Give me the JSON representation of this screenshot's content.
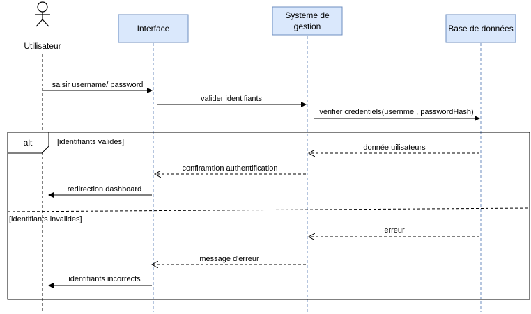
{
  "actor": {
    "label": "Utilisateur"
  },
  "participants": {
    "interface": "Interface",
    "systeme_line1": "Systeme de",
    "systeme_line2": "gestion",
    "base": "Base de données"
  },
  "messages": {
    "m1": "saisir username/ password",
    "m2": "valider identifiants",
    "m3": "vérifier credentiels(usernme , passwordHash)",
    "m4": "donnée uilisateurs",
    "m5": "confiramtion authentification",
    "m6": "redirection dashboard",
    "m7": "erreur",
    "m8": "message d'erreur",
    "m9": "identifiants incorrects"
  },
  "fragment": {
    "operator": "alt",
    "guard1": "[identifiants valides]",
    "guard2": "[identifiants invalides]"
  },
  "colors": {
    "participant_fill": "#dae8fc",
    "participant_stroke": "#6c8ebf",
    "lifeline_stroke": "#6c8ebf",
    "line": "#000000"
  }
}
